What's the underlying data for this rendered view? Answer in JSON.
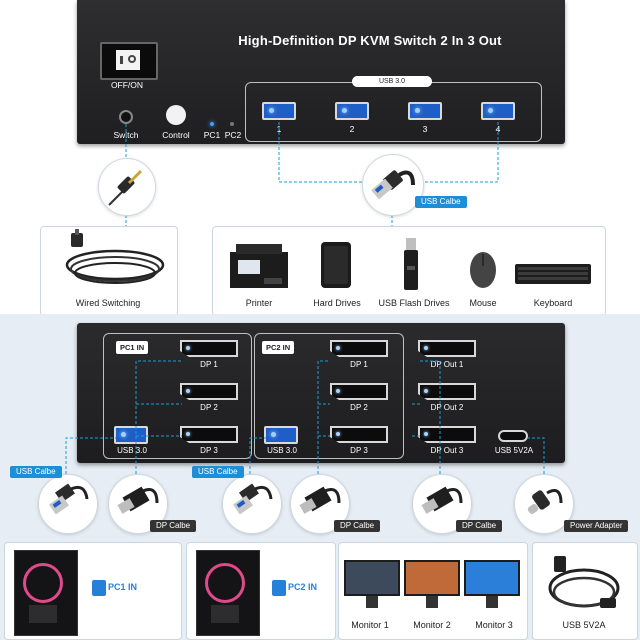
{
  "front": {
    "title": "High-Definition DP KVM Switch 2 In 3 Out",
    "power_label": "OFF/ON",
    "switch_label": "Switch",
    "control_label": "Control",
    "pc1_label": "PC1",
    "pc2_label": "PC2",
    "usb30_label": "USB 3.0",
    "usb_ports": [
      "1",
      "2",
      "3",
      "4"
    ],
    "usb_cable_tag": "USB Calbe"
  },
  "devices": {
    "wired_label": "Wired Switching",
    "items": [
      "Printer",
      "Hard Drives",
      "USB Flash Drives",
      "Mouse",
      "Keyboard"
    ]
  },
  "back": {
    "pc1_in": "PC1 IN",
    "pc2_in": "PC2 IN",
    "pc1_ports": [
      "DP 1",
      "DP 2",
      "DP 3"
    ],
    "pc2_ports": [
      "DP 1",
      "DP 2",
      "DP 3"
    ],
    "usb30": "USB 3.0",
    "outputs": [
      "DP Out 1",
      "DP Out 2",
      "DP Out 3"
    ],
    "power_port": "USB 5V2A"
  },
  "cables": {
    "usb_tag_1": "USB Calbe",
    "usb_tag_2": "USB Calbe",
    "dp_tag_1": "DP Calbe",
    "dp_tag_2": "DP Calbe",
    "dp_tag_3": "DP Calbe",
    "power_tag": "Power Adapter"
  },
  "bottom": {
    "pc1_badge": "PC1 IN",
    "pc2_badge": "PC2 IN",
    "monitors": [
      "Monitor 1",
      "Monitor 2",
      "Monitor 3"
    ],
    "adapter_label": "USB 5V2A"
  },
  "colors": {
    "accent_blue": "#1e8fd6",
    "usb_blue": "#1e5ec7",
    "panel_dark": "#252527"
  }
}
